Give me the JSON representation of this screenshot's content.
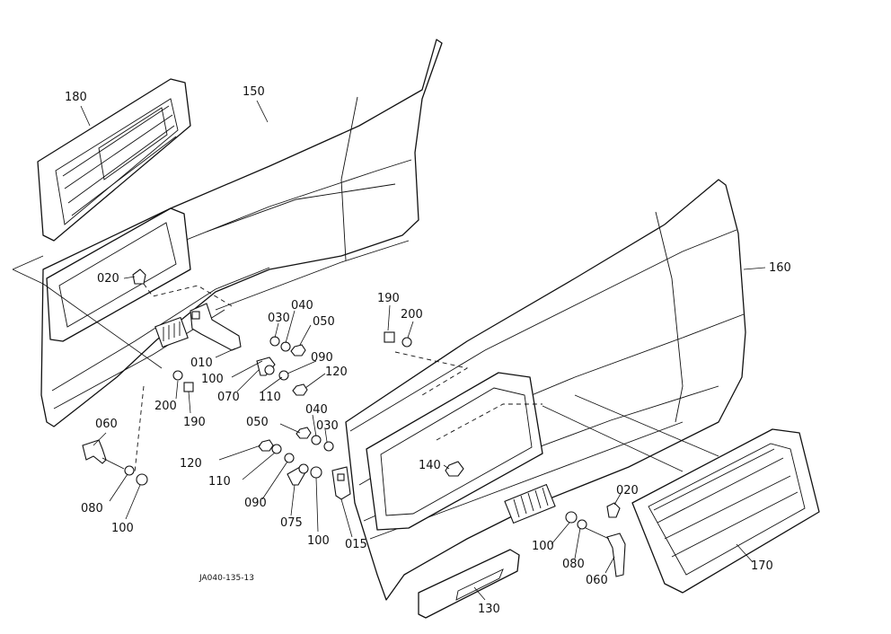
{
  "figure_code": "JA040-135-13",
  "callouts": [
    {
      "id": "c180",
      "text": "180"
    },
    {
      "id": "c150",
      "text": "150"
    },
    {
      "id": "c020a",
      "text": "020"
    },
    {
      "id": "c030a",
      "text": "030"
    },
    {
      "id": "c040a",
      "text": "040"
    },
    {
      "id": "c050a",
      "text": "050"
    },
    {
      "id": "c010",
      "text": "010"
    },
    {
      "id": "c090a",
      "text": "090"
    },
    {
      "id": "c100a",
      "text": "100"
    },
    {
      "id": "c120a",
      "text": "120"
    },
    {
      "id": "c070",
      "text": "070"
    },
    {
      "id": "c110a",
      "text": "110"
    },
    {
      "id": "c200a",
      "text": "200"
    },
    {
      "id": "c190a",
      "text": "190"
    },
    {
      "id": "c190b",
      "text": "190"
    },
    {
      "id": "c200b",
      "text": "200"
    },
    {
      "id": "c160",
      "text": "160"
    },
    {
      "id": "c060a",
      "text": "060"
    },
    {
      "id": "c080a",
      "text": "080"
    },
    {
      "id": "c100b",
      "text": "100"
    },
    {
      "id": "c050b",
      "text": "050"
    },
    {
      "id": "c040b",
      "text": "040"
    },
    {
      "id": "c030b",
      "text": "030"
    },
    {
      "id": "c120b",
      "text": "120"
    },
    {
      "id": "c110b",
      "text": "110"
    },
    {
      "id": "c090b",
      "text": "090"
    },
    {
      "id": "c075",
      "text": "075"
    },
    {
      "id": "c100c",
      "text": "100"
    },
    {
      "id": "c015",
      "text": "015"
    },
    {
      "id": "c140",
      "text": "140"
    },
    {
      "id": "c020b",
      "text": "020"
    },
    {
      "id": "c100d",
      "text": "100"
    },
    {
      "id": "c080b",
      "text": "080"
    },
    {
      "id": "c060b",
      "text": "060"
    },
    {
      "id": "c170",
      "text": "170"
    },
    {
      "id": "c130",
      "text": "130"
    }
  ]
}
